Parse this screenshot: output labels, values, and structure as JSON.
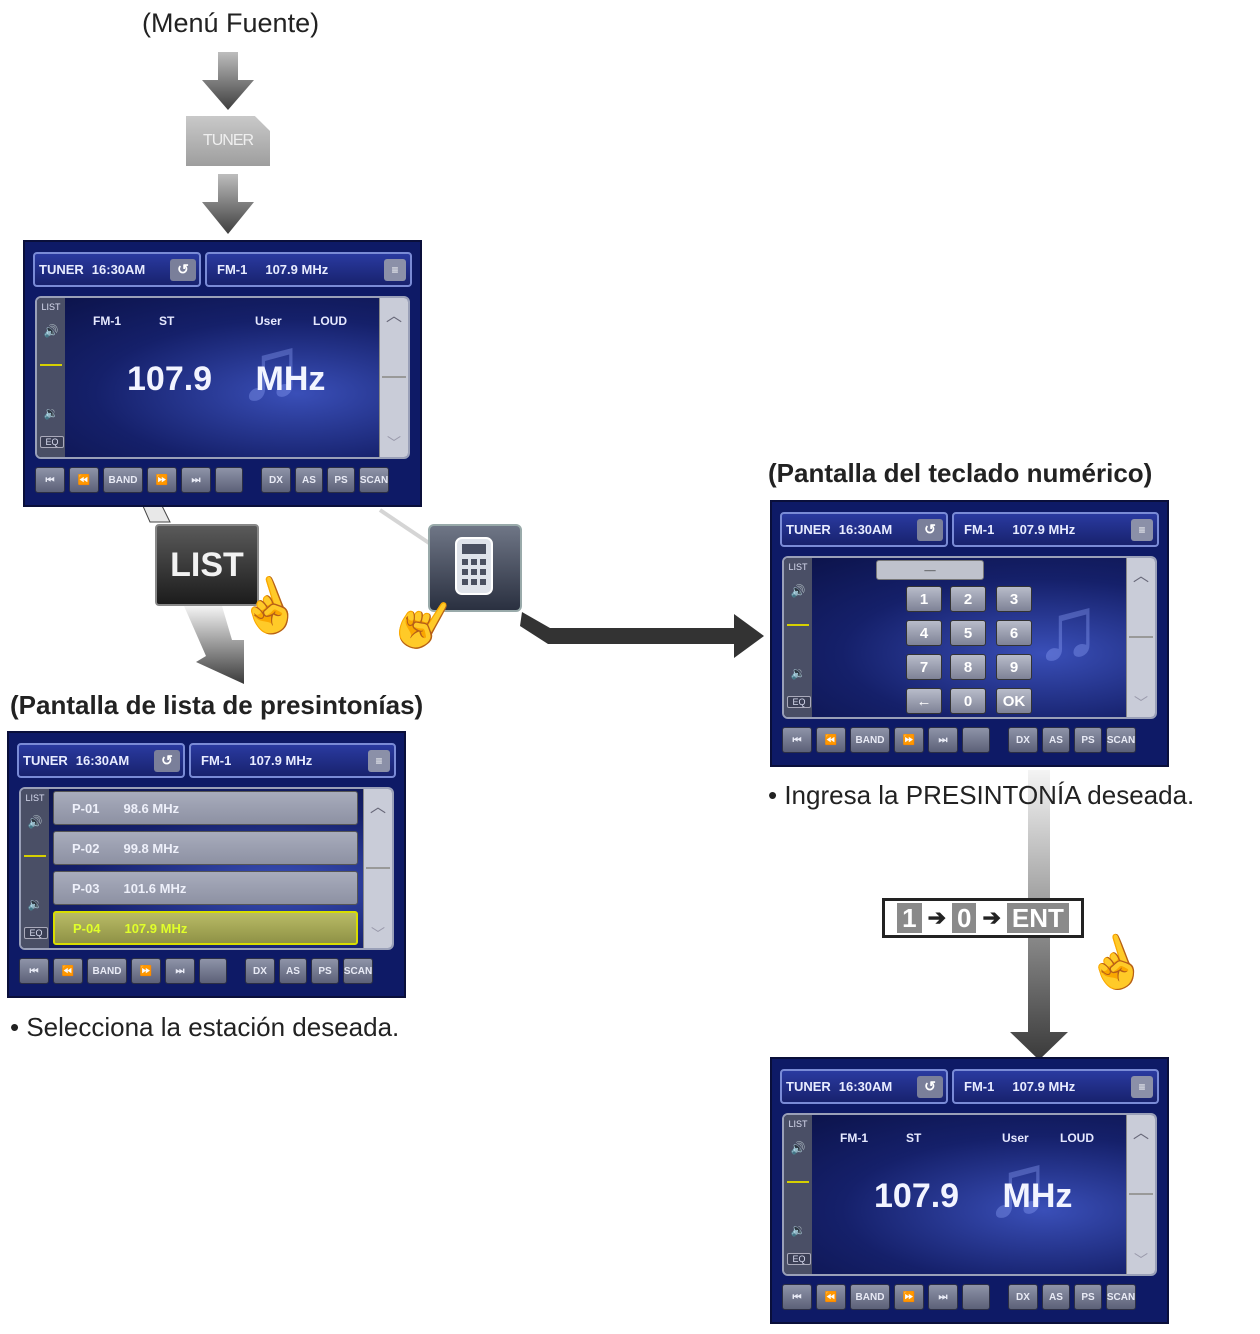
{
  "top_caption": "(Menú Fuente)",
  "tuner_icon_label": "TUNER",
  "list_button_label": "LIST",
  "heading_list": "(Pantalla de lista de presintonías)",
  "heading_keypad": "(Pantalla del teclado numérico)",
  "caption_list": "• Selecciona la estación deseada.",
  "caption_keypad": "• Ingresa la PRESINTONÍA deseada.",
  "sequence": [
    "1",
    "0",
    "ENT"
  ],
  "screen_header": {
    "source": "TUNER",
    "time": "16:30AM",
    "band": "FM-1",
    "frequency": "107.9 MHz"
  },
  "side": {
    "list": "LIST",
    "eq": "EQ"
  },
  "info": {
    "band": "FM-1",
    "stereo": "ST",
    "eq_mode": "User",
    "loud": "LOUD"
  },
  "main_freq": {
    "value": "107.9",
    "unit": "MHz"
  },
  "controls": {
    "band": "BAND",
    "dx": "DX",
    "as": "AS",
    "ps": "PS",
    "scan": "SCAN"
  },
  "presets": [
    {
      "id": "P-01",
      "freq": "98.6 MHz"
    },
    {
      "id": "P-02",
      "freq": "99.8 MHz"
    },
    {
      "id": "P-03",
      "freq": "101.6 MHz"
    },
    {
      "id": "P-04",
      "freq": "107.9 MHz"
    }
  ],
  "keypad": {
    "keys": [
      "1",
      "2",
      "3",
      "4",
      "5",
      "6",
      "7",
      "8",
      "9",
      "←",
      "0",
      "OK"
    ],
    "display": "__"
  },
  "colors": {
    "screen_bg": "#0e1a66",
    "highlight": "#d8dd00",
    "arrow": "#4a4a4a"
  }
}
